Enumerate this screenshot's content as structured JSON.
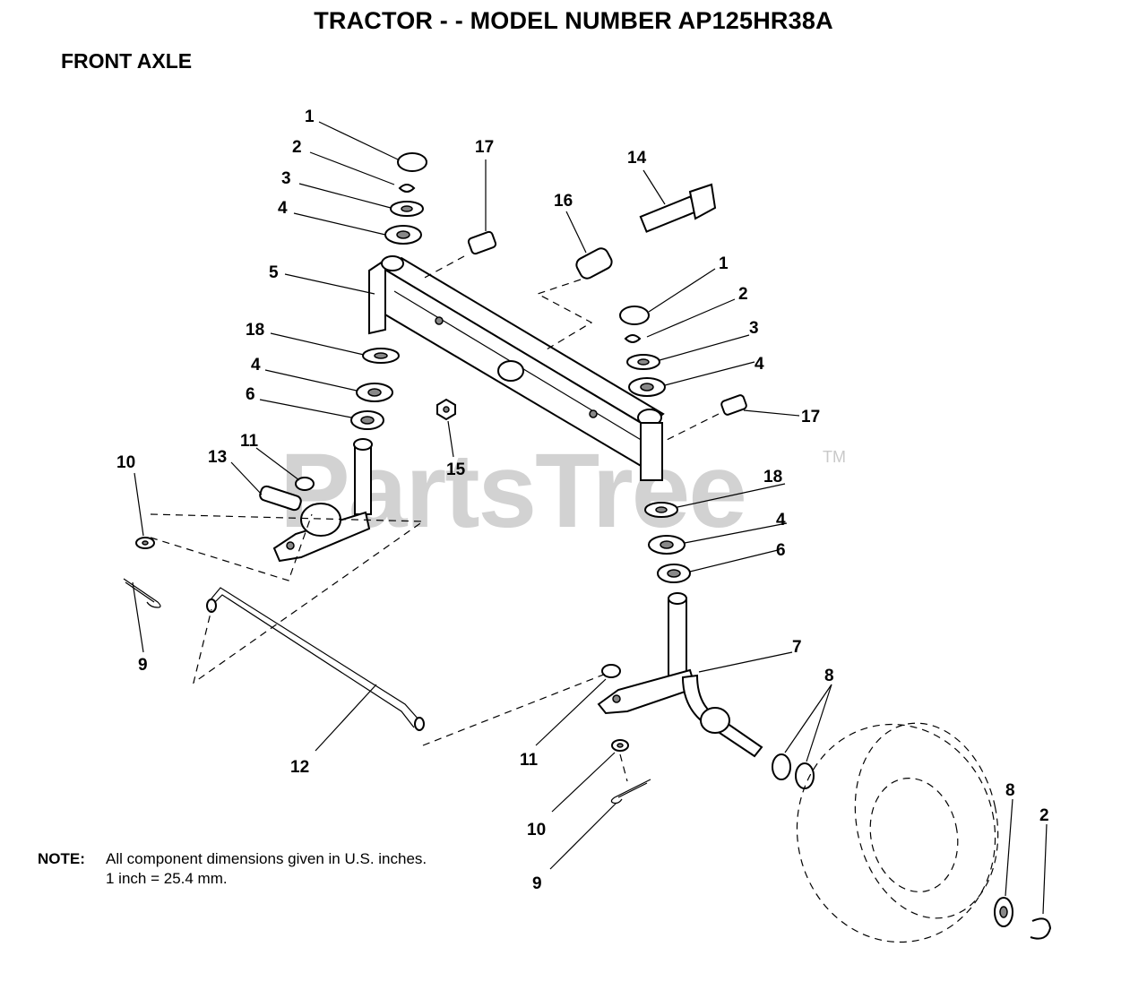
{
  "title": "TRACTOR - - MODEL NUMBER AP125HR38A",
  "subtitle": "FRONT AXLE",
  "note": {
    "label": "NOTE:",
    "line1": "All component dimensions given in U.S. inches.",
    "line2": "1 inch = 25.4 mm."
  },
  "watermark": {
    "text": "PartsTree",
    "tm": "TM"
  },
  "callouts": {
    "c1a": "1",
    "c2a": "2",
    "c3a": "3",
    "c4a": "4",
    "c5": "5",
    "c17a": "17",
    "c16": "16",
    "c14": "14",
    "c1b": "1",
    "c2b": "2",
    "c3b": "3",
    "c4b": "4",
    "c17b": "17",
    "c18a": "18",
    "c4c": "4",
    "c6a": "6",
    "c15": "15",
    "c11a": "11",
    "c13": "13",
    "c10a": "10",
    "c9a": "9",
    "c18b": "18",
    "c4d": "4",
    "c6b": "6",
    "c7": "7",
    "c8a": "8",
    "c12": "12",
    "c11b": "11",
    "c10b": "10",
    "c9b": "9",
    "c8b": "8",
    "c2c": "2"
  }
}
